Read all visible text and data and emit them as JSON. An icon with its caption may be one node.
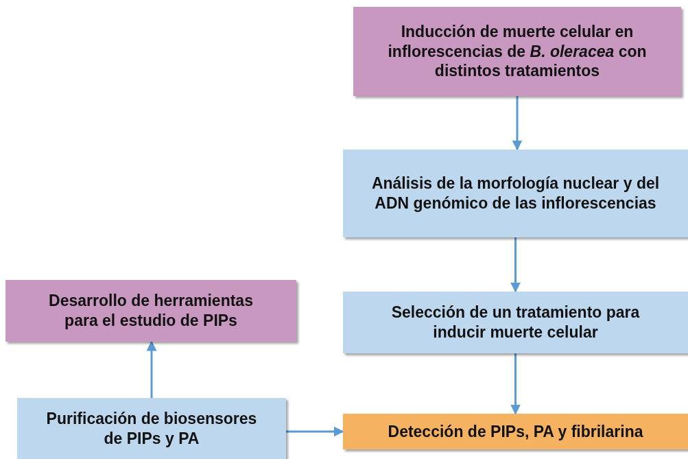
{
  "diagram": {
    "nodes": [
      {
        "text": [
          "Inducción de muerte celular en inflorescencias de *B. oleracea* con distintos tratamientos"
        ]
      },
      {
        "text": [
          "Análisis de la morfología nuclear y del ADN genómico de las inflorescencias"
        ]
      },
      {
        "text": [
          "Selección de un tratamiento para inducir muerte celular"
        ]
      },
      {
        "text": [
          "Detección de PIPs, PA y fibrilarina"
        ]
      },
      {
        "text": [
          "Desarrollo de herramientas para el estudio de PIPs"
        ]
      },
      {
        "text": [
          "Purificación de biosensores de PIPs y PA"
        ]
      }
    ],
    "edges": [
      {
        "from": 0,
        "to": 1,
        "arrow": "to"
      },
      {
        "from": 1,
        "to": 2,
        "arrow": "to"
      },
      {
        "from": 2,
        "to": 3,
        "arrow": "to"
      },
      {
        "from": 5,
        "to": 4,
        "arrow": "to"
      },
      {
        "from": 5,
        "to": 3,
        "arrow": "to"
      }
    ]
  }
}
